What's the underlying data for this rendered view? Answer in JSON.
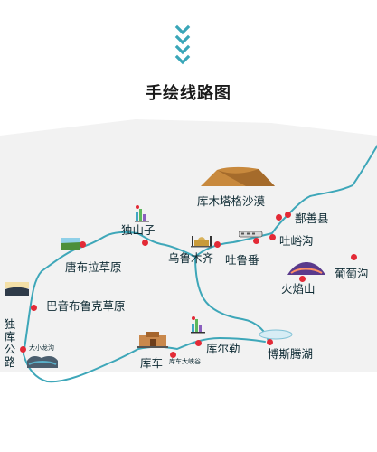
{
  "title": "手绘线路图",
  "accent_color": "#39a6b8",
  "pin_color": "#e32a36",
  "route_color": "#3ea7b9",
  "places": {
    "kumtag_desert": "库木塔格沙漠",
    "shanshan": "鄯善县",
    "tuyugou": "吐峪沟",
    "turpan": "吐鲁番",
    "grape_valley": "葡萄沟",
    "flaming_mountains": "火焰山",
    "urumqi": "乌鲁木齐",
    "dushanzi": "独山子",
    "tangbula": "唐布拉草原",
    "bayanbulak": "巴音布鲁克草原",
    "duku_road": "独库公路",
    "small_dragon_gorge": "大小龙沟",
    "kuqa": "库车",
    "kuqa_canyon": "库车大峡谷",
    "korla": "库尔勒",
    "bosten_lake": "博斯腾湖"
  },
  "icons": [
    "chevron-down-icon",
    "bar-chart-icon",
    "desert-dune-icon",
    "grassland-icon",
    "mosque-icon",
    "train-icon",
    "mountain-icon",
    "lake-icon",
    "gate-building-icon"
  ]
}
